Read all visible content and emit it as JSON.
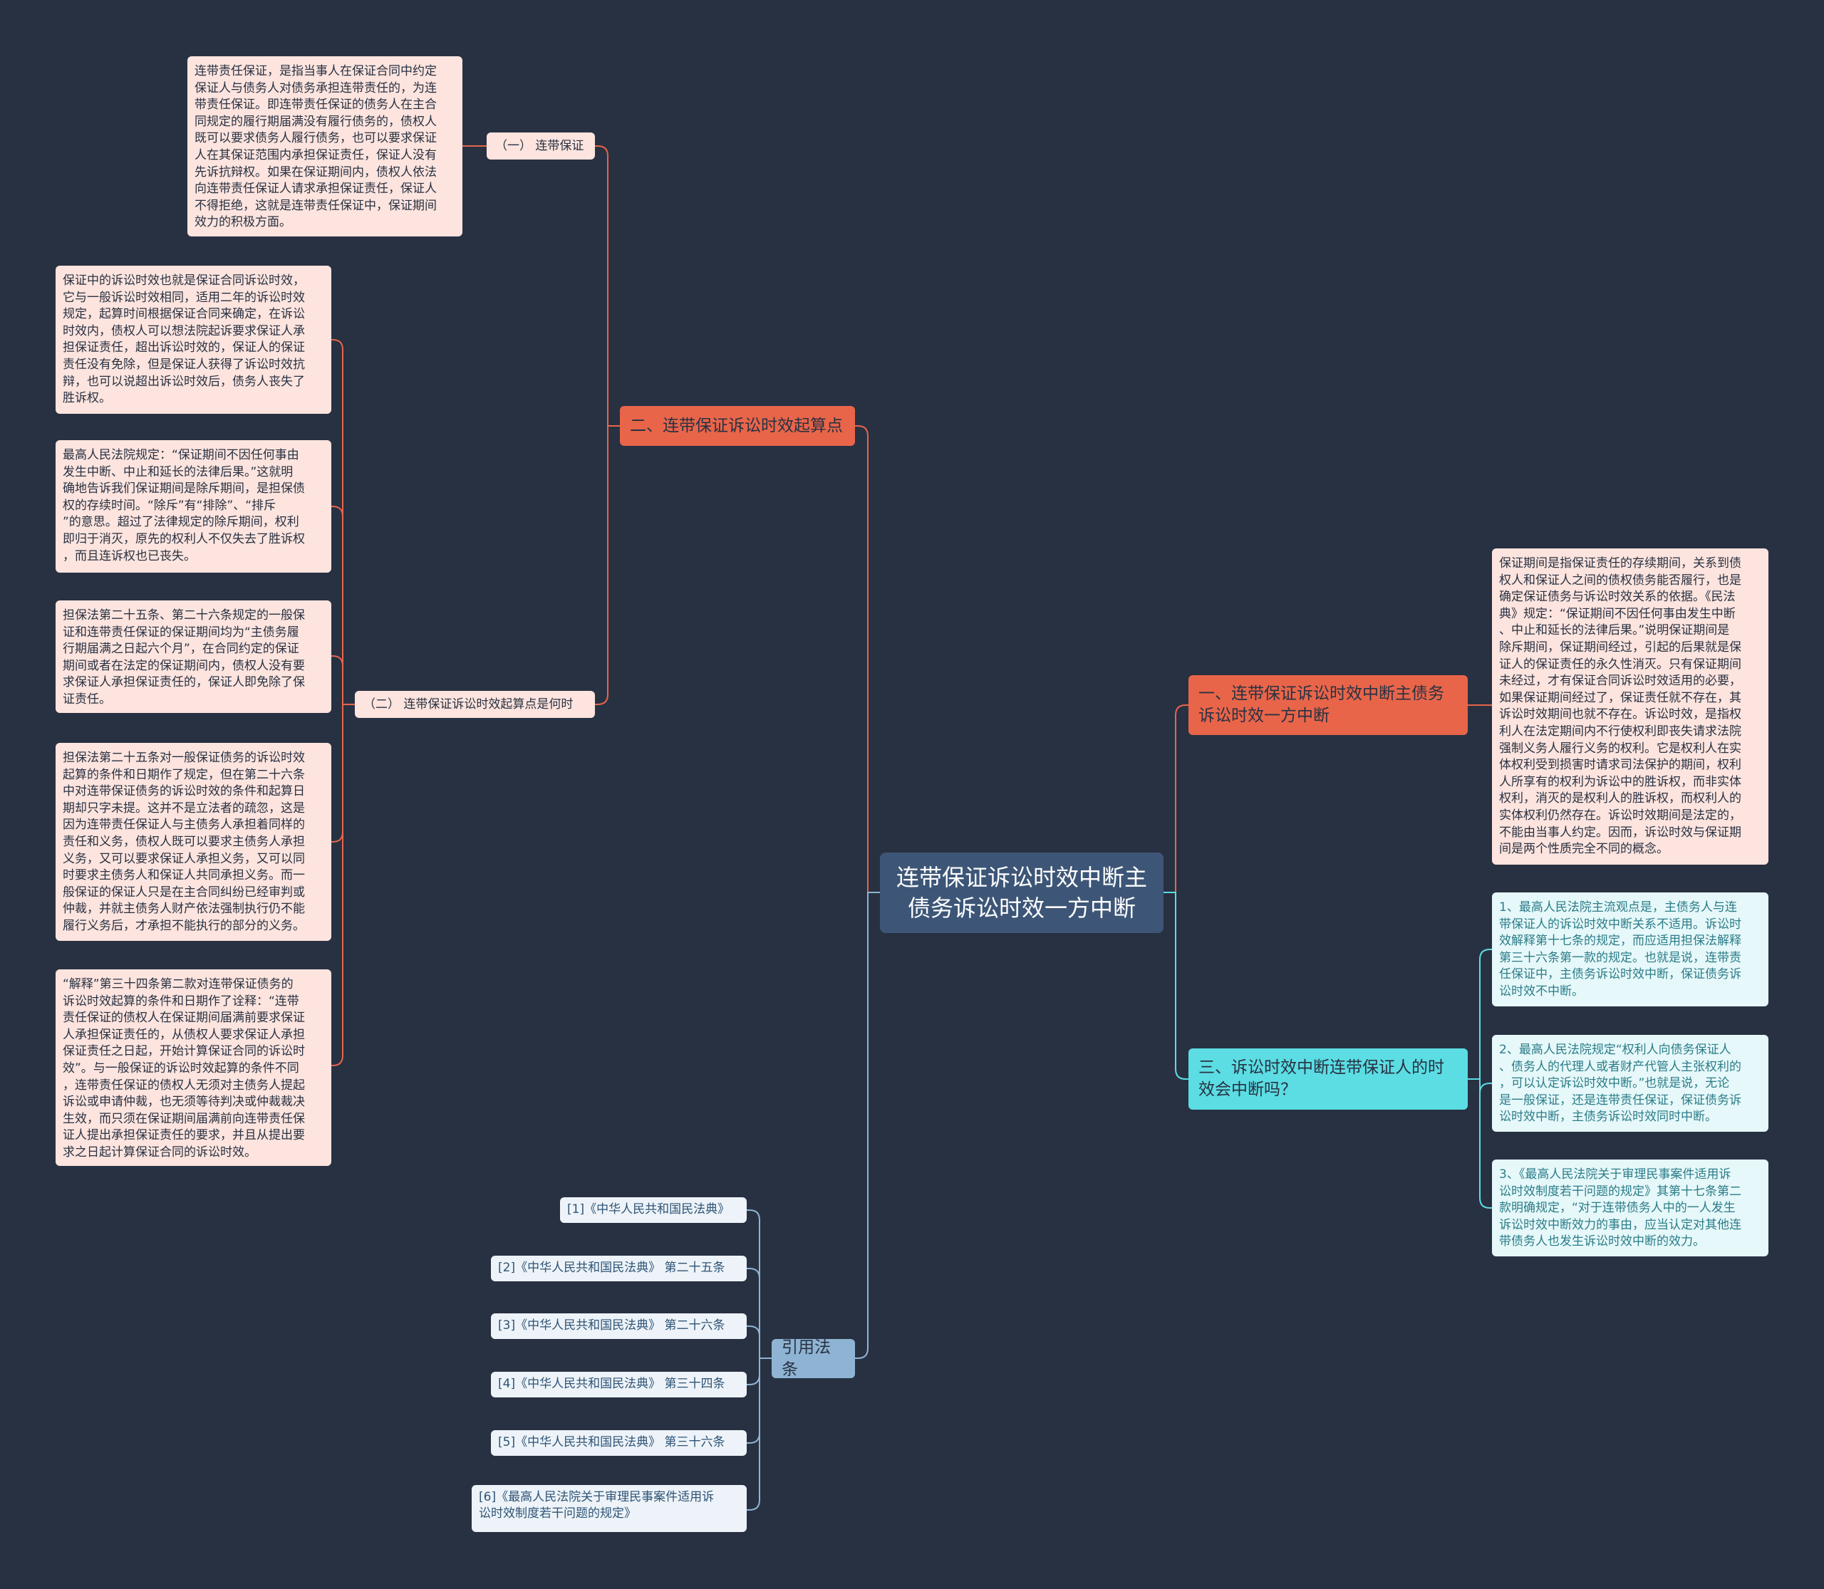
{
  "root": {
    "title": "连带保证诉讼时效中断主债务诉讼时效一方中断"
  },
  "branches": {
    "b1": {
      "label": "一、连带保证诉讼时效中断主债务诉讼时效一方中断",
      "leaf": [
        "保证期间是指保证责任的存续期间，关系到债",
        "权人和保证人之间的债权债务能否履行，也是",
        "确定保证债务与诉讼时效关系的依据。《民法",
        "典》规定：“保证期间不因任何事由发生中断",
        "、中止和延长的法律后果。”说明保证期间是",
        "除斥期间，保证期间经过，引起的后果就是保",
        "证人的保证责任的永久性消灭。只有保证期间",
        "未经过，才有保证合同诉讼时效适用的必要，",
        "如果保证期间经过了，保证责任就不存在，其",
        "诉讼时效期间也就不存在。诉讼时效，是指权",
        "利人在法定期间内不行使权利即丧失请求法院",
        "强制义务人履行义务的权利。它是权利人在实",
        "体权利受到损害时请求司法保护的期间，权利",
        "人所享有的权利为诉讼中的胜诉权，而非实体",
        "权利，消灭的是权利人的胜诉权，而权利人的",
        "实体权利仍然存在。诉讼时效期间是法定的，",
        "不能由当事人约定。因而，诉讼时效与保证期",
        "间是两个性质完全不同的概念。"
      ]
    },
    "b2": {
      "label": "二、连带保证诉讼时效起算点",
      "sub1": {
        "label": "（一） 连带保证",
        "leaf": [
          "连带责任保证，是指当事人在保证合同中约定",
          "保证人与债务人对债务承担连带责任的，为连",
          "带责任保证。即连带责任保证的债务人在主合",
          "同规定的履行期届满没有履行债务的，债权人",
          "既可以要求债务人履行债务，也可以要求保证",
          "人在其保证范围内承担保证责任，保证人没有",
          "先诉抗辩权。如果在保证期间内，债权人依法",
          "向连带责任保证人请求承担保证责任，保证人",
          "不得拒绝，这就是连带责任保证中，保证期间",
          "效力的积极方面。"
        ]
      },
      "sub2": {
        "label": "（二） 连带保证诉讼时效起算点是何时",
        "leaves": [
          [
            "保证中的诉讼时效也就是保证合同诉讼时效，",
            "它与一般诉讼时效相同，适用二年的诉讼时效",
            "规定，起算时间根据保证合同来确定，在诉讼",
            "时效内，债权人可以想法院起诉要求保证人承",
            "担保证责任，超出诉讼时效的，保证人的保证",
            "责任没有免除，但是保证人获得了诉讼时效抗",
            "辩，也可以说超出诉讼时效后，债务人丧失了",
            "胜诉权。"
          ],
          [
            "最高人民法院规定：“保证期间不因任何事由",
            "发生中断、中止和延长的法律后果。”这就明",
            "确地告诉我们保证期间是除斥期间，是担保债",
            "权的存续时间。“除斥”有“排除”、“排斥",
            "”的意思。超过了法律规定的除斥期间，权利",
            "即归于消灭，原先的权利人不仅失去了胜诉权",
            "，而且连诉权也已丧失。"
          ],
          [
            "担保法第二十五条、第二十六条规定的一般保",
            "证和连带责任保证的保证期间均为“主债务履",
            "行期届满之日起六个月”，在合同约定的保证",
            "期间或者在法定的保证期间内，债权人没有要",
            "求保证人承担保证责任的，保证人即免除了保",
            "证责任。"
          ],
          [
            "担保法第二十五条对一般保证债务的诉讼时效",
            "起算的条件和日期作了规定，但在第二十六条",
            "中对连带保证债务的诉讼时效的条件和起算日",
            "期却只字未提。这并不是立法者的疏忽，这是",
            "因为连带责任保证人与主债务人承担着同样的",
            "责任和义务，债权人既可以要求主债务人承担",
            "义务，又可以要求保证人承担义务，又可以同",
            "时要求主债务人和保证人共同承担义务。而一",
            "般保证的保证人只是在主合同纠纷已经审判或",
            "仲裁，并就主债务人财产依法强制执行仍不能",
            "履行义务后，才承担不能执行的部分的义务。"
          ],
          [
            "“解释”第三十四条第二款对连带保证债务的",
            "诉讼时效起算的条件和日期作了诠释：“连带",
            "责任保证的债权人在保证期间届满前要求保证",
            "人承担保证责任的，从债权人要求保证人承担",
            "保证责任之日起，开始计算保证合同的诉讼时",
            "效”。与一般保证的诉讼时效起算的条件不同",
            "，连带责任保证的债权人无须对主债务人提起",
            "诉讼或申请仲裁，也无须等待判决或仲裁裁决",
            "生效，而只须在保证期间届满前向连带责任保",
            "证人提出承担保证责任的要求，并且从提出要",
            "求之日起计算保证合同的诉讼时效。"
          ]
        ]
      }
    },
    "b3": {
      "label": "三、诉讼时效中断连带保证人的时效会中断吗？",
      "leaves": [
        [
          "1、最高人民法院主流观点是，主债务人与连",
          "带保证人的诉讼时效中断关系不适用。诉讼时",
          "效解释第十七条的规定，而应适用担保法解释",
          "第三十六条第一款的规定。也就是说，连带责",
          "任保证中，主债务诉讼时效中断，保证债务诉",
          "讼时效不中断。"
        ],
        [
          "2、最高人民法院规定“权利人向债务保证人",
          "、债务人的代理人或者财产代管人主张权利的",
          "，可以认定诉讼时效中断。”也就是说，无论",
          "是一般保证，还是连带责任保证，保证债务诉",
          "讼时效中断，主债务诉讼时效同时中断。"
        ],
        [
          "3、《最高人民法院关于审理民事案件适用诉",
          "讼时效制度若干问题的规定》其第十七条第二",
          "款明确规定，“对于连带债务人中的一人发生",
          "诉讼时效中断效力的事由，应当认定对其他连",
          "带债务人也发生诉讼时效中断的效力。"
        ]
      ]
    },
    "b4": {
      "label": "引用法条",
      "cites": [
        [
          "[1]《中华人民共和国民法典》"
        ],
        [
          "[2]《中华人民共和国民法典》 第二十五条"
        ],
        [
          "[3]《中华人民共和国民法典》 第二十六条"
        ],
        [
          "[4]《中华人民共和国民法典》 第三十四条"
        ],
        [
          "[5]《中华人民共和国民法典》 第三十六条"
        ],
        [
          "[6]《最高人民法院关于审理民事案件适用诉",
          "讼时效制度若干问题的规定》"
        ]
      ]
    }
  },
  "colors": {
    "background": "#283142",
    "root": "#3d5677",
    "branch_red": "#e8654a",
    "branch_cyan": "#5bdde3",
    "branch_blue": "#8fb4d3",
    "leaf_pink": "#fde4de",
    "leaf_cyan": "#e6f8f9",
    "cite": "#edf3f8"
  }
}
